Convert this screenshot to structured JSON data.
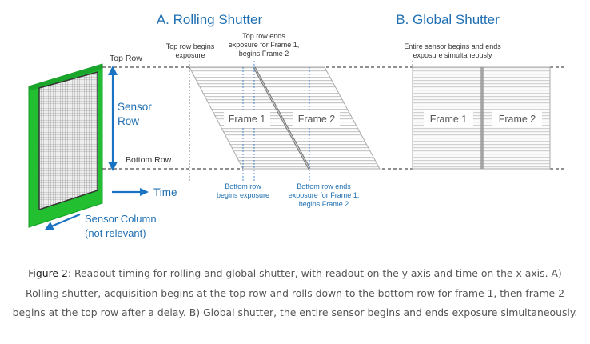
{
  "titles": {
    "rolling": "A. Rolling Shutter",
    "global": "B. Global Shutter"
  },
  "sensor": {
    "top_row": "Top Row",
    "bottom_row": "Bottom Row",
    "sensor_row_line1": "Sensor",
    "sensor_row_line2": "Row",
    "time": "Time",
    "column_line1": "Sensor Column",
    "column_line2": "(not relevant)"
  },
  "rolling": {
    "top_begins": [
      "Top row begins",
      "exposure"
    ],
    "top_ends": [
      "Top row ends",
      "exposure for Frame 1,",
      "begins Frame 2"
    ],
    "bottom_begins": [
      "Bottom row",
      "begins exposure"
    ],
    "bottom_ends": [
      "Bottom row ends",
      "exposure for Frame 1,",
      "begins Frame 2"
    ],
    "frame1": "Frame 1",
    "frame2": "Frame 2"
  },
  "global": {
    "note": [
      "Entire sensor begins and ends",
      "exposure simultaneously"
    ],
    "frame1": "Frame 1",
    "frame2": "Frame 2"
  },
  "caption": {
    "lead": "Figure 2",
    "text": ": Readout timing for rolling and global shutter, with readout on the y axis and time on the x axis. A) Rolling shutter, acquisition begins at the top row and rolls down to the bottom row for frame 1, then frame 2 begins at the top row after a delay. B) Global shutter, the entire sensor begins and ends exposure simultaneously."
  },
  "colors": {
    "title": "#1f6fb2",
    "arrow": "#1a73c2",
    "sensor_frame": "#1fbf2f",
    "guide": "#3b7fd0",
    "stripes": "#c8c8c8"
  }
}
